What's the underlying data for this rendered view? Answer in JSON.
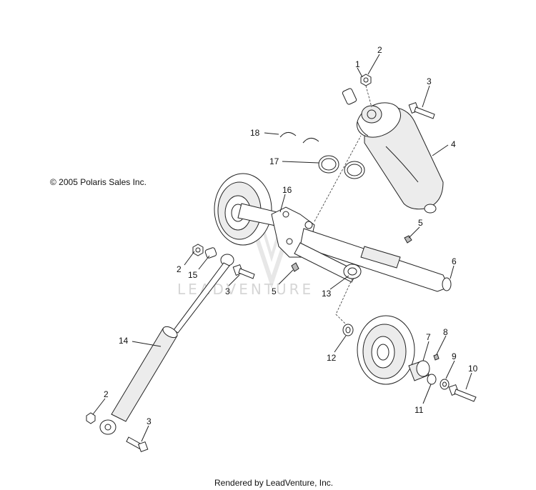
{
  "copyright": "© 2005 Polaris Sales Inc.",
  "watermark": "LEADVENTURE",
  "footer": "Rendered by LeadVenture, Inc.",
  "callouts": {
    "c1": "1",
    "c2a": "2",
    "c3a": "3",
    "c4": "4",
    "c18": "18",
    "c17": "17",
    "c16": "16",
    "c5a": "5",
    "c6": "6",
    "c2b": "2",
    "c15": "15",
    "c3b": "3",
    "c5b": "5",
    "c13": "13",
    "c14": "14",
    "c12": "12",
    "c7": "7",
    "c8": "8",
    "c9": "9",
    "c10": "10",
    "c11": "11",
    "c2c": "2",
    "c3c": "3"
  }
}
